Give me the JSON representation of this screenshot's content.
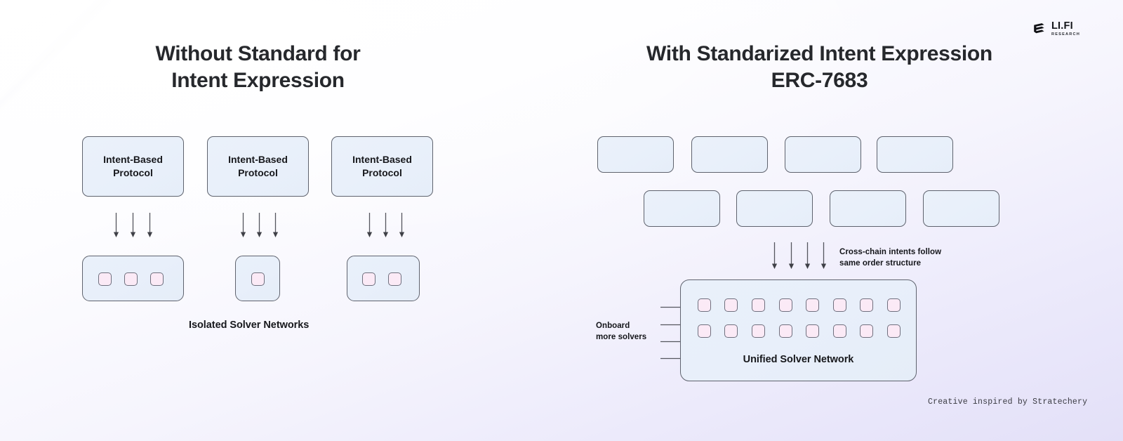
{
  "brand": {
    "logo_icon": "lifi-stack-icon",
    "name": "LI.FI",
    "tagline": "RESEARCH"
  },
  "colors": {
    "box_fill": "#e9f0fa",
    "box_border": "#5f636e",
    "square_fill": "#fbeaf6",
    "square_border": "#70707e",
    "text": "#17181c",
    "bg_top": "#ffffff",
    "bg_bottom": "#e3e0f8"
  },
  "left_panel": {
    "title": "Without Standard for\nIntent Expression",
    "protocols": [
      {
        "label": "Intent-Based\nProtocol"
      },
      {
        "label": "Intent-Based\nProtocol"
      },
      {
        "label": "Intent-Based\nProtocol"
      }
    ],
    "arrow_groups": [
      3,
      3,
      3
    ],
    "solver_networks": [
      {
        "solvers": 3
      },
      {
        "solvers": 1
      },
      {
        "solvers": 2
      }
    ],
    "caption": "Isolated Solver Networks"
  },
  "right_panel": {
    "title": "With Standarized Intent Expression\nERC-7683",
    "chain_boxes_row1": [
      {
        "label": ""
      },
      {
        "label": ""
      },
      {
        "label": ""
      },
      {
        "label": ""
      }
    ],
    "chain_boxes_row2": [
      {
        "label": ""
      },
      {
        "label": ""
      },
      {
        "label": ""
      },
      {
        "label": ""
      }
    ],
    "down_arrow_count": 4,
    "flow_note": "Cross-chain intents follow\nsame order structure",
    "onboard_note": "Onboard\nmore solvers",
    "onboard_arrow_count": 4,
    "unified_network": {
      "caption": "Unified Solver Network",
      "rows": 2,
      "per_row": 8
    }
  },
  "footer": {
    "credit": "Creative inspired by Stratechery"
  }
}
